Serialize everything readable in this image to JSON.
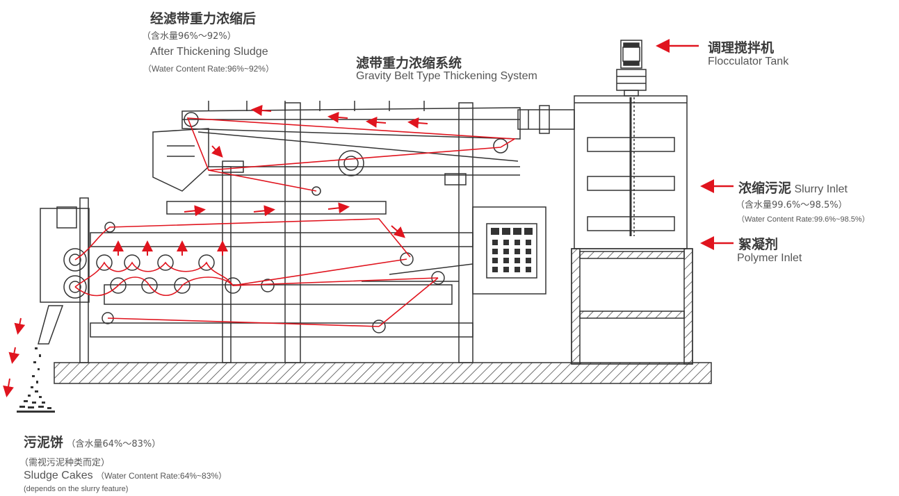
{
  "labels": {
    "after_thickening": {
      "zh": "经滤带重力浓缩后",
      "zh_rate": "（含水量96%～92%）",
      "en": "After Thickening Sludge",
      "en_rate": "（Water Content Rate:96%~92%）"
    },
    "system": {
      "zh": "滤带重力浓缩系统",
      "en": "Gravity Belt Type Thickening System"
    },
    "flocculator": {
      "zh": "调理搅拌机",
      "en": "Flocculator Tank"
    },
    "slurry_inlet": {
      "zh": "浓缩污泥",
      "en": "Slurry Inlet",
      "zh_rate": "（含水量99.6%～98.5%）",
      "en_rate": "（Water Content Rate:99.6%~98.5%）"
    },
    "polymer_inlet": {
      "zh": "絮凝剂",
      "en": "Polymer Inlet"
    },
    "sludge_cakes": {
      "zh": "污泥饼",
      "zh_rate": "（含水量64%～83%）",
      "zh_note": "（需视污泥种类而定）",
      "en": "Sludge Cakes",
      "en_rate": "（Water Content Rate:64%~83%）",
      "en_note": "(depends on the slurry feature)"
    }
  },
  "colors": {
    "line": "#333333",
    "flow": "#e0141e",
    "text": "#3a3a3a"
  }
}
